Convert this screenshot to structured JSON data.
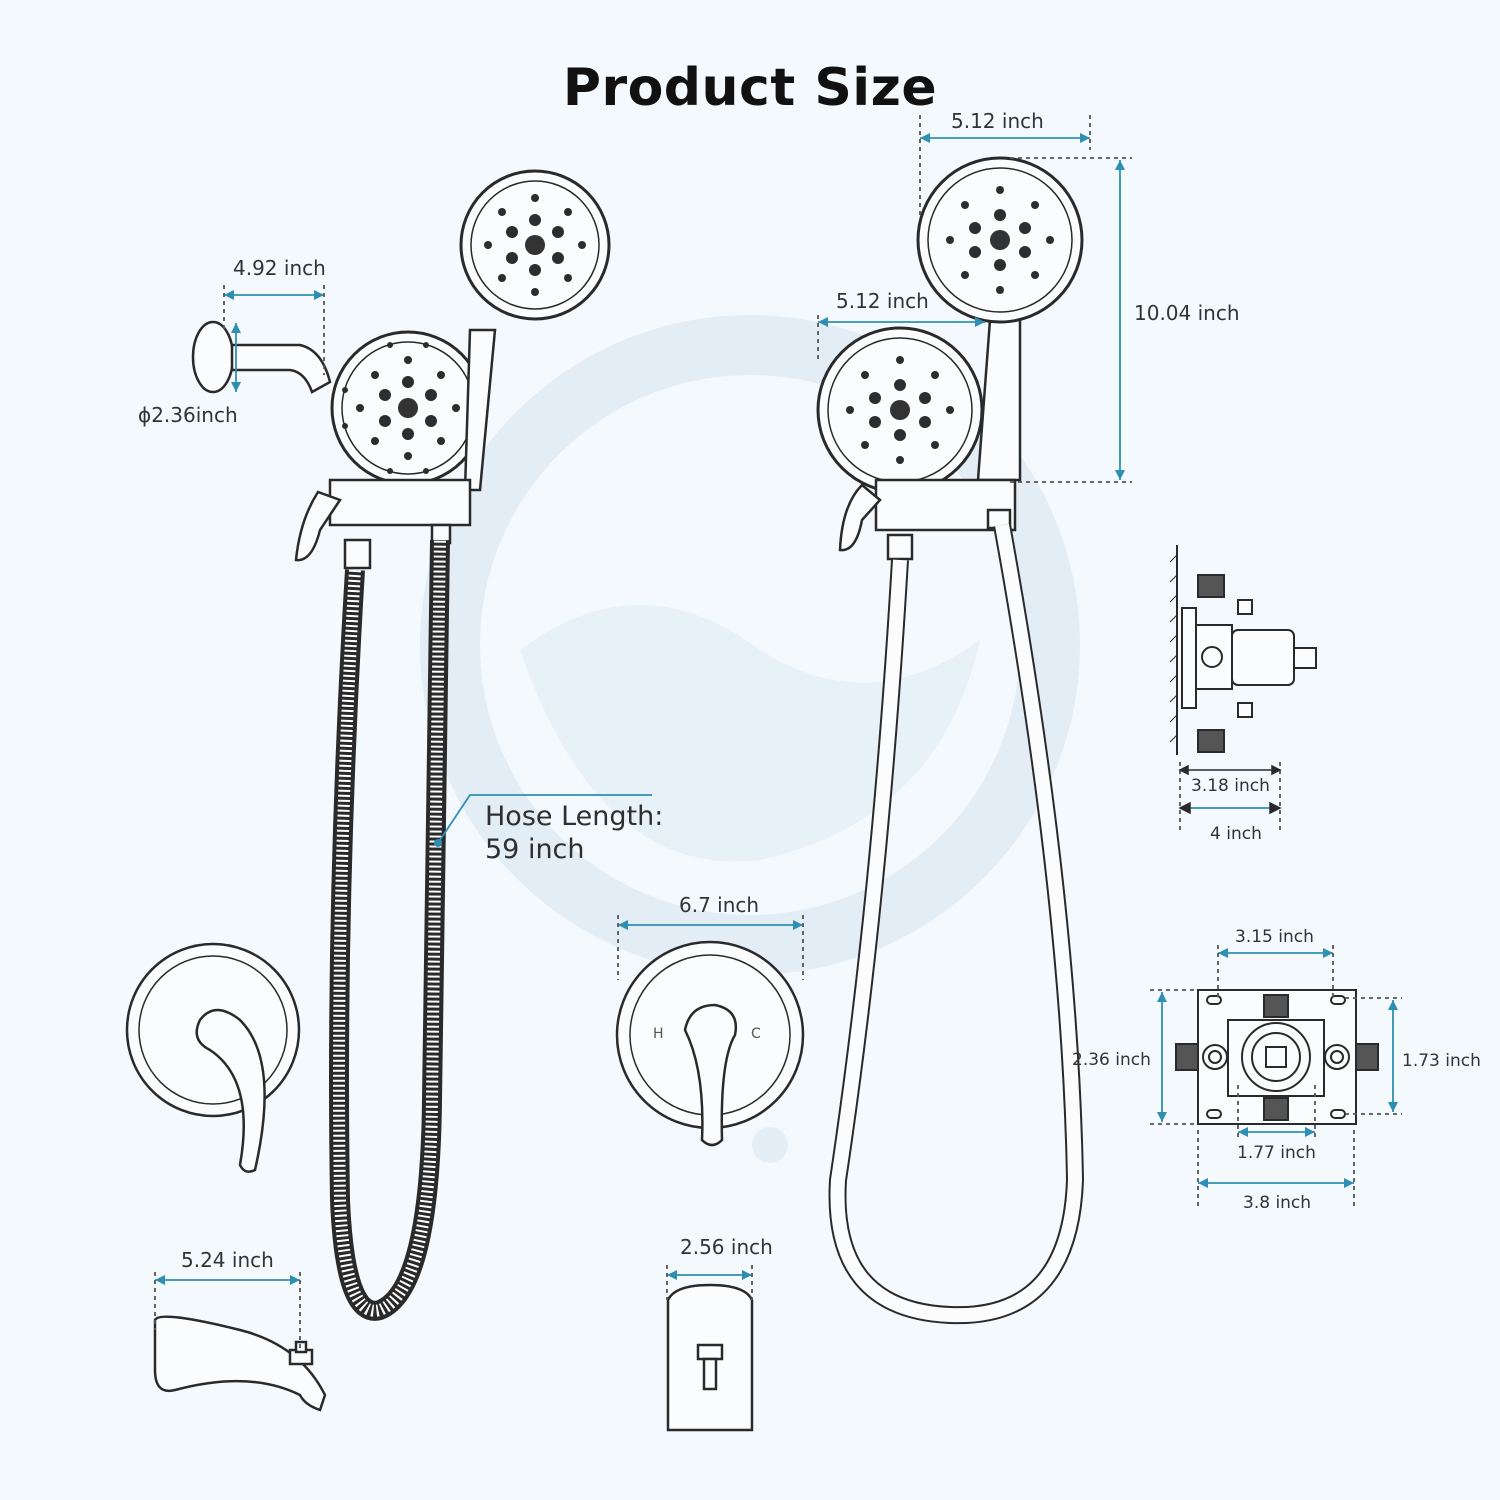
{
  "title": "Product Size",
  "colors": {
    "dimension": "#2f8fb3",
    "line": "#2a2a2a",
    "watermark": "#e3eef6",
    "background": "#f3f9fd"
  },
  "labels": {
    "arm_length": "4.92 inch",
    "flange_diameter": "ϕ2.36inch",
    "handheld_width": "5.12 inch",
    "fixed_head_width": "5.12 inch",
    "head_height": "10.04 inch",
    "hose_length_line1": "Hose Length:",
    "hose_length_line2": "59 inch",
    "trim_diameter": "6.7 inch",
    "spout_length": "5.24 inch",
    "spout_width": "2.56 inch",
    "valve_depth": "3.18 inch",
    "valve_depth_total": "4 inch",
    "valve_top_width": "3.15 inch",
    "valve_left_height": "2.36 inch",
    "valve_right_height": "1.73 inch",
    "valve_inner_width": "1.77 inch",
    "valve_total_width": "3.8 inch",
    "handle_h": "H",
    "handle_c": "C"
  }
}
